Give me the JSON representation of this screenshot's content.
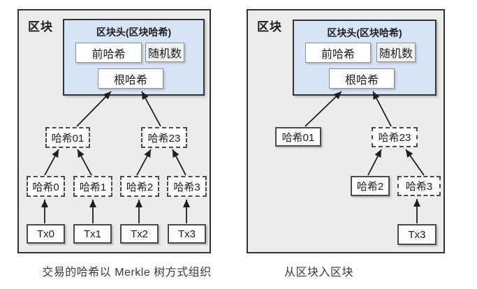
{
  "colors": {
    "page_bg": "#ffffff",
    "panel_bg": "#ececec",
    "panel_border": "#333333",
    "header_bg": "#d7e4f5",
    "box_border": "#4a4a4a",
    "inner_border": "#8f8f8f",
    "nonce_bg": "#f2f2f2",
    "text": "#1d1d1d",
    "caption_text": "#3a3a3a",
    "arrow": "#1d1d1d"
  },
  "left": {
    "block_label": "区块",
    "header": {
      "title": "区块头(区块哈希)",
      "prev_hash": "前哈希",
      "nonce": "随机数",
      "root_hash": "根哈希"
    },
    "hash01": "哈希01",
    "hash23": "哈希23",
    "hash0": "哈希0",
    "hash1": "哈希1",
    "hash2": "哈希2",
    "hash3": "哈希3",
    "tx0": "Tx0",
    "tx1": "Tx1",
    "tx2": "Tx2",
    "tx3": "Tx3",
    "caption": "交易的哈希以 Merkle 树方式组织"
  },
  "right": {
    "block_label": "区块",
    "header": {
      "title": "区块头(区块哈希)",
      "prev_hash": "前哈希",
      "nonce": "随机数",
      "root_hash": "根哈希"
    },
    "hash01": "哈希01",
    "hash23": "哈希23",
    "hash2": "哈希2",
    "hash3": "哈希3",
    "tx3": "Tx3",
    "caption": "从区块入区块"
  }
}
